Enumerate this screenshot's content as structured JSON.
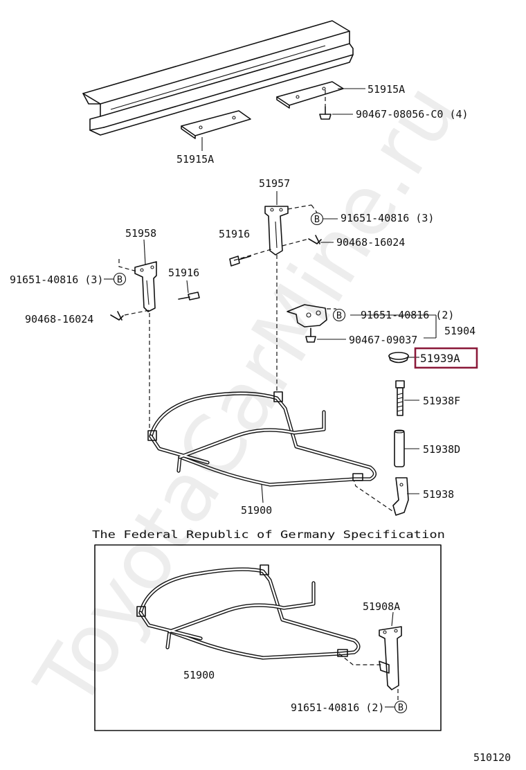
{
  "labels": {
    "p51915A_top": "51915A",
    "p90467_08056": "90467-08056-C0 (4)",
    "p51915A_bottom": "51915A",
    "p51957": "51957",
    "p91651_right_top": "91651-40816 (3)",
    "p51916_right": "51916",
    "p90468_right": "90468-16024",
    "p51958": "51958",
    "p91651_left": "91651-40816 (3)",
    "p51916_left": "51916",
    "p90468_left": "90468-16024",
    "p91651_mid": "91651-40816 (2)",
    "p51904": "51904",
    "p90467_09037": "90467-09037",
    "p51939A": "51939A",
    "p51938F": "51938F",
    "p51938D": "51938D",
    "p51938": "51938",
    "p51900_main": "51900",
    "spec_title": "The Federal Republic of Germany Specification",
    "p51908A": "51908A",
    "p51900_inset": "51900",
    "p91651_inset": "91651-40816 (2)",
    "diagram_number": "510120"
  },
  "symbols": {
    "b_marker": "B"
  },
  "watermark": "ToyotaCarMine.ru",
  "colors": {
    "highlight_box": "#8b1a3a",
    "line": "#111111"
  }
}
